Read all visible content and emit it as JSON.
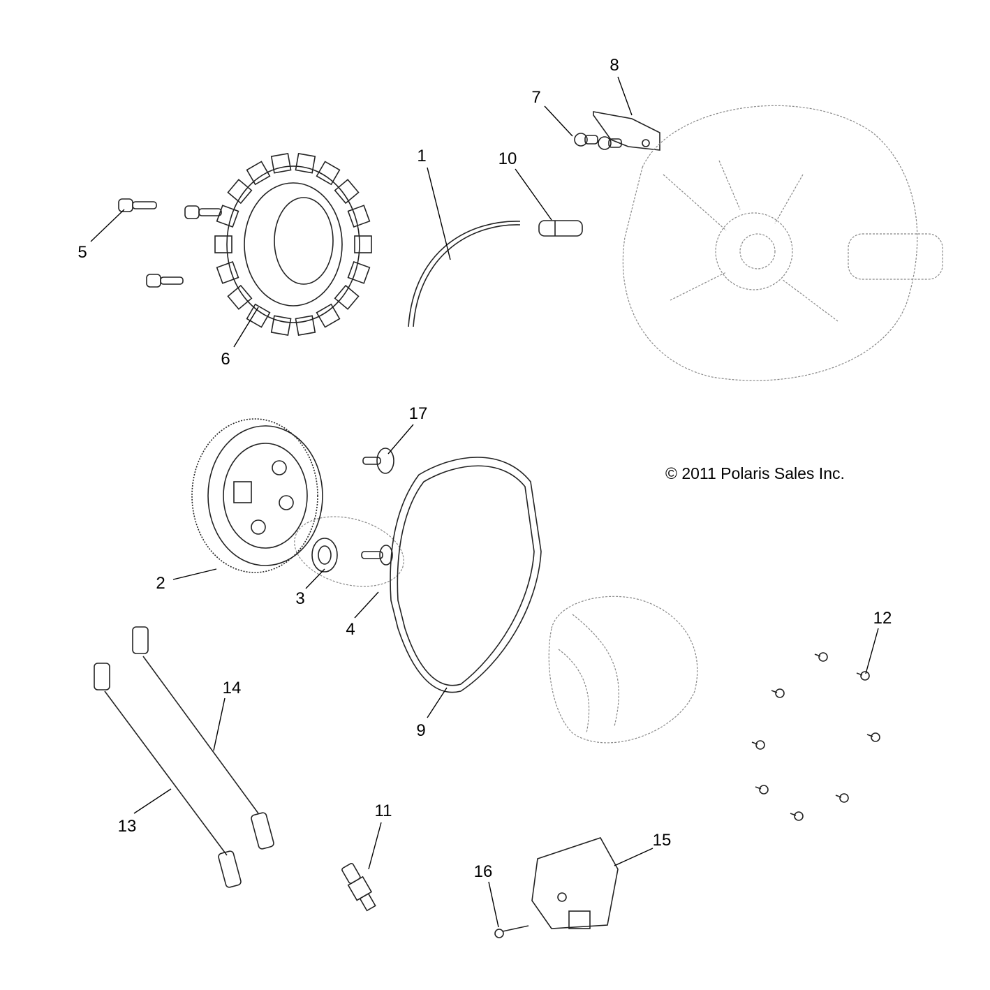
{
  "callouts": {
    "c1": "1",
    "c2": "2",
    "c3": "3",
    "c4": "4",
    "c5": "5",
    "c6": "6",
    "c7": "7",
    "c8": "8",
    "c9": "9",
    "c10": "10",
    "c11": "11",
    "c12": "12",
    "c13": "13",
    "c14": "14",
    "c15": "15",
    "c16": "16",
    "c17": "17"
  },
  "copyright": "© 2011 Polaris Sales Inc."
}
